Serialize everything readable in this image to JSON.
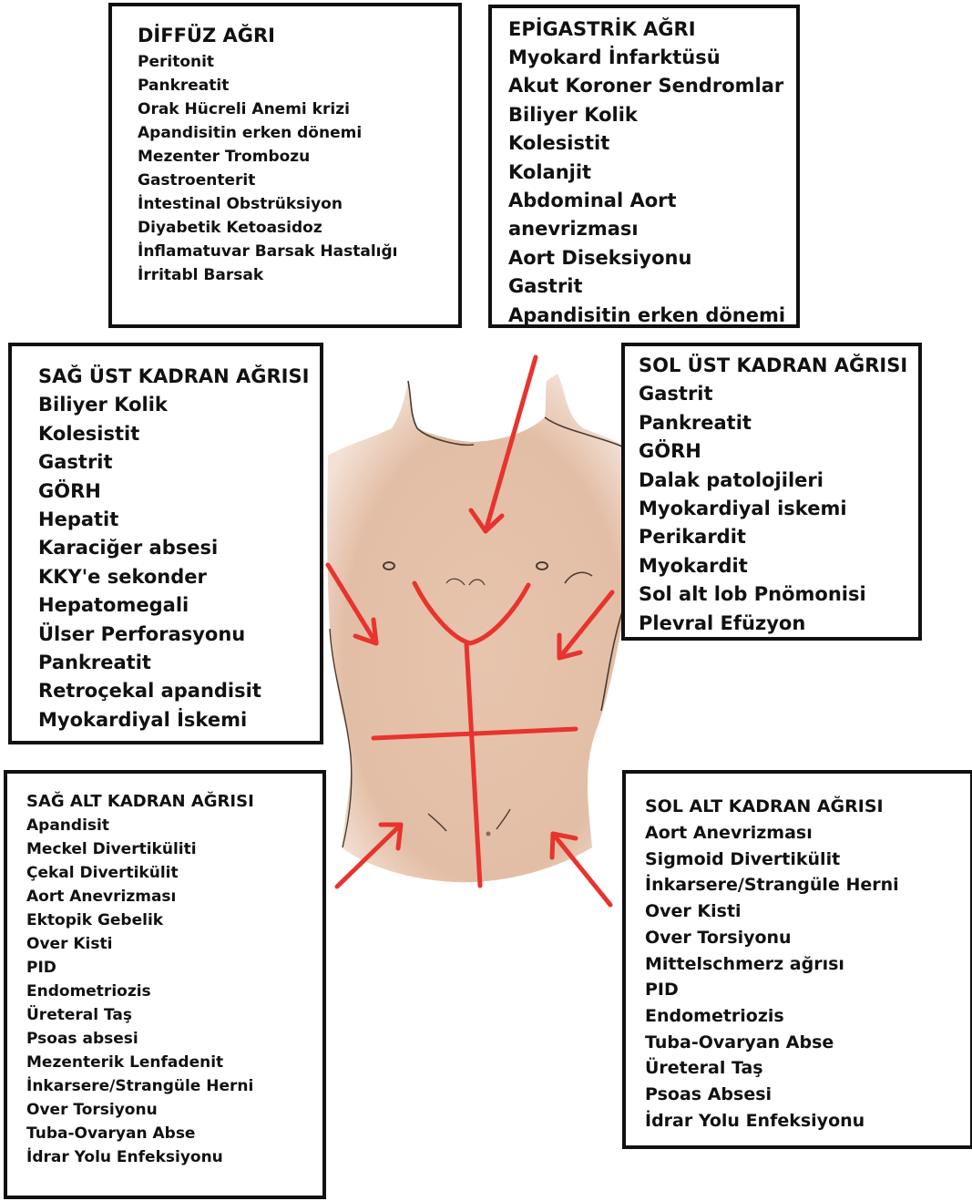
{
  "diagram": {
    "arrow_color": "#e8332e",
    "skin_color": "#e7c4ad",
    "outline_color": "#4a3a30",
    "box_border_color": "#111111",
    "regions": {
      "diffuz": {
        "title": "DİFFÜZ AĞRI",
        "items": [
          "Peritonit",
          "Pankreatit",
          "Orak Hücreli Anemi krizi",
          "Apandisitin erken dönemi",
          "Mezenter Trombozu",
          "Gastroenterit",
          "İntestinal Obstrüksiyon",
          "Diyabetik Ketoasidoz",
          "İnflamatuvar Barsak Hastalığı",
          "İrritabl Barsak"
        ]
      },
      "epigastrik": {
        "title": "EPİGASTRİK AĞRI",
        "items": [
          "Myokard İnfarktüsü",
          "Akut Koroner Sendromlar",
          "Biliyer Kolik",
          "Kolesistit",
          "Kolanjit",
          "Abdominal Aort",
          "anevrizması",
          "Aort Diseksiyonu",
          "Gastrit",
          "Apandisitin erken dönemi"
        ]
      },
      "sag_ust": {
        "title": "SAĞ ÜST KADRAN AĞRISI",
        "items": [
          "Biliyer Kolik",
          "Kolesistit",
          "Gastrit",
          "GÖRH",
          "Hepatit",
          "Karaciğer absesi",
          "KKY'e sekonder",
          "Hepatomegali",
          "Ülser Perforasyonu",
          "Pankreatit",
          "Retroçekal apandisit",
          "Myokardiyal İskemi"
        ]
      },
      "sol_ust": {
        "title": "SOL ÜST KADRAN AĞRISI",
        "items": [
          "Gastrit",
          "Pankreatit",
          "GÖRH",
          "Dalak patolojileri",
          "Myokardiyal iskemi",
          "Perikardit",
          "Myokardit",
          "Sol alt lob Pnömonisi",
          "Plevral Efüzyon"
        ]
      },
      "sag_alt": {
        "title": "SAĞ ALT KADRAN AĞRISI",
        "items": [
          "Apandisit",
          "Meckel Divertiküliti",
          "Çekal Divertikülit",
          "Aort Anevrizması",
          "Ektopik Gebelik",
          "Over Kisti",
          "PID",
          "Endometriozis",
          "Üreteral Taş",
          "Psoas absesi",
          "Mezenterik Lenfadenit",
          "İnkarsere/Strangüle Herni",
          "Over Torsiyonu",
          "Tuba-Ovaryan Abse",
          "İdrar Yolu Enfeksiyonu"
        ]
      },
      "sol_alt": {
        "title": "SOL ALT KADRAN AĞRISI",
        "items": [
          "Aort Anevrizması",
          "Sigmoid Divertikülit",
          "İnkarsere/Strangüle Herni",
          "Over Kisti",
          "Over Torsiyonu",
          "Mittelschmerz ağrısı",
          "PID",
          "Endometriozis",
          "Tuba-Ovaryan Abse",
          "Üreteral Taş",
          "Psoas Absesi",
          "İdrar Yolu Enfeksiyonu"
        ]
      }
    }
  }
}
